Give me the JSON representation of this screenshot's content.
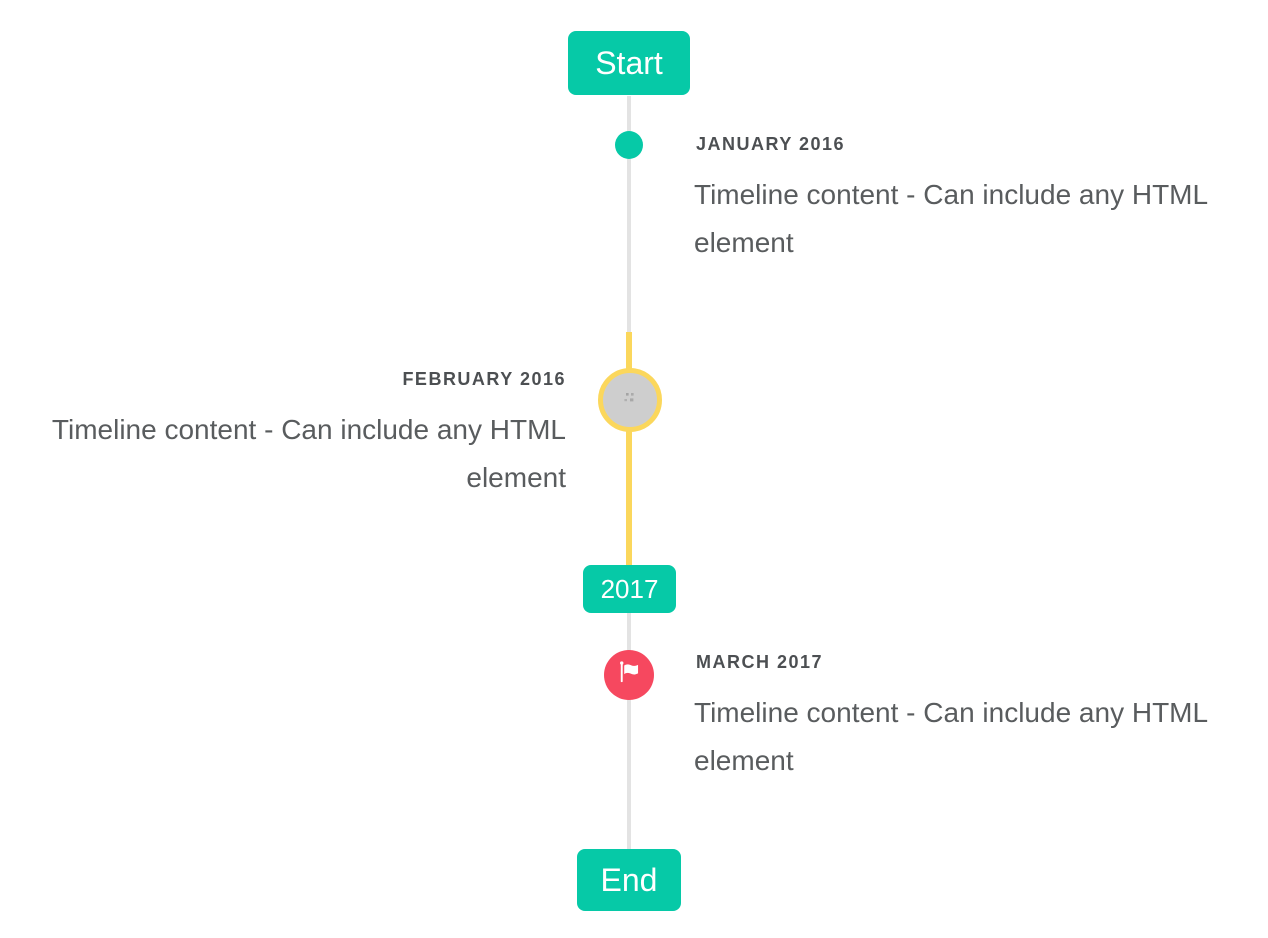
{
  "page": {
    "background": "#ffffff",
    "description": "Vertical timeline component demo"
  },
  "colors": {
    "accent_teal": "#06c9a7",
    "line_gray": "#e3e3e3",
    "highlight_yellow": "#fbd75c",
    "flag_red": "#f6485f",
    "image_circle_gray": "#cecece",
    "label_text": "#4c4f52",
    "content_text": "#595c5e",
    "badge_text": "#ffffff"
  },
  "timeline": {
    "start_badge": "Start",
    "year_badge": "2017",
    "end_badge": "End",
    "events": [
      {
        "label": "JANUARY 2016",
        "content": "Timeline content - Can include any HTML element",
        "side": "right",
        "marker": "teal-dot"
      },
      {
        "label": "FEBRUARY 2016",
        "content": "Timeline content - Can include any HTML element",
        "side": "left",
        "marker": "gray-circle-yellow-ring-broken-image"
      },
      {
        "label": "MARCH 2017",
        "content": "Timeline content - Can include any HTML element",
        "side": "right",
        "marker": "red-flag-circle"
      }
    ]
  }
}
